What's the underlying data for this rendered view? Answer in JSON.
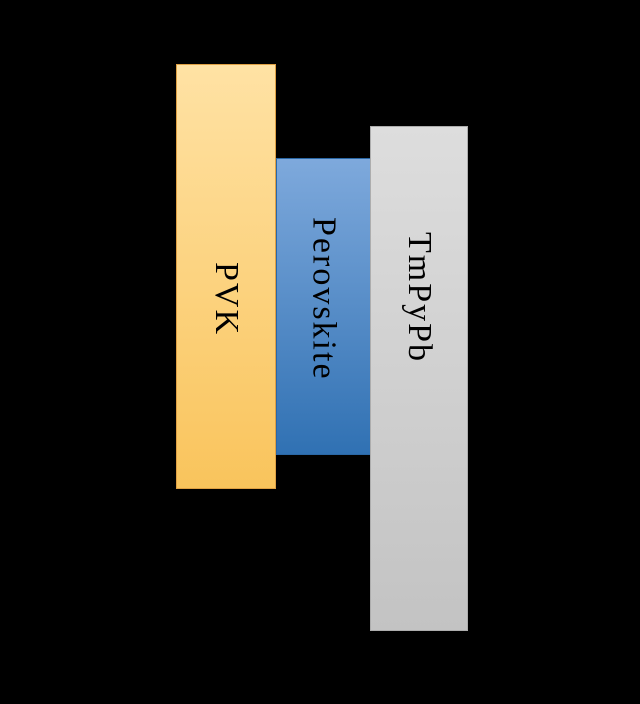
{
  "canvas": {
    "background": "#000000"
  },
  "diagram": {
    "type": "device-layer-stack",
    "layers": [
      {
        "id": "pvk",
        "label": "PVK",
        "fill_top": "#FFE2A4",
        "fill_bottom": "#F9C45C",
        "border": "#DFA043",
        "text_color": "#000000"
      },
      {
        "id": "perovskite",
        "label": "Perovskite",
        "fill_top": "#7EA9DC",
        "fill_bottom": "#3071B3",
        "border": "#2A67A5",
        "text_color": "#000000"
      },
      {
        "id": "tmpypb",
        "label": "TmPyPb",
        "fill_top": "#DDDDDD",
        "fill_bottom": "#C3C3C3",
        "border": "#ADADAD",
        "text_color": "#000000"
      }
    ]
  }
}
